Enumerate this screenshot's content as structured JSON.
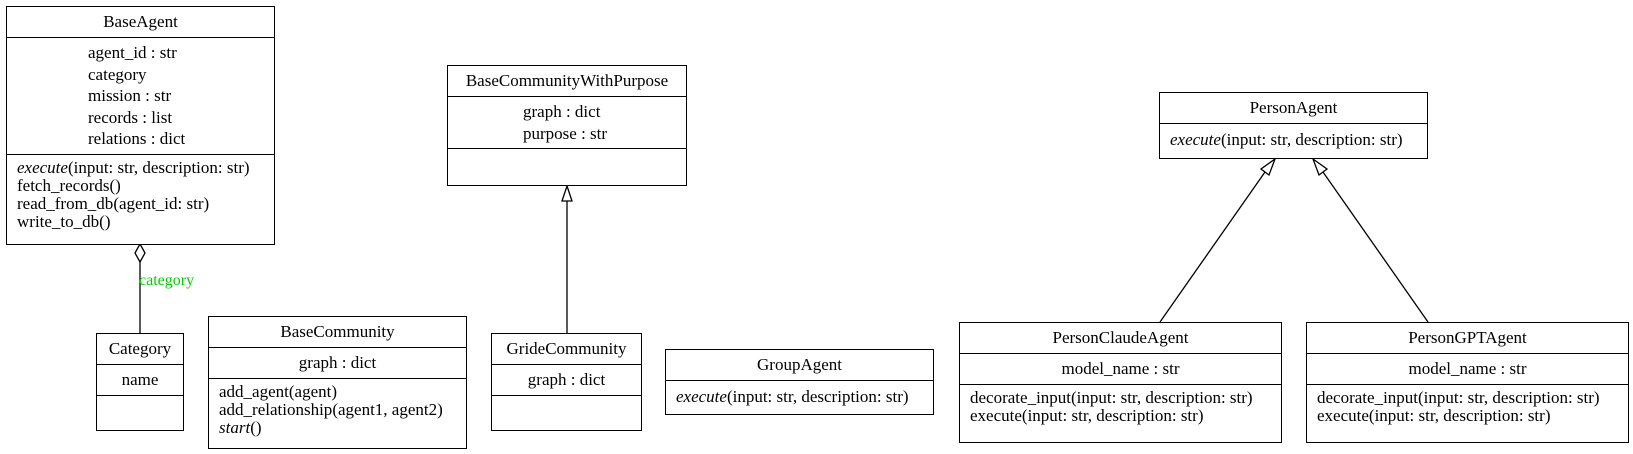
{
  "classes": {
    "base_agent": {
      "name": "BaseAgent",
      "attributes": [
        "agent_id : str",
        "category",
        "mission : str",
        "records : list",
        "relations : dict"
      ],
      "methods": [
        {
          "name": "execute",
          "args": "(input: str, description: str)",
          "italic": true
        },
        {
          "name": "fetch_records",
          "args": "()",
          "italic": false
        },
        {
          "name": "read_from_db",
          "args": "(agent_id: str)",
          "italic": false
        },
        {
          "name": "write_to_db",
          "args": "()",
          "italic": false
        }
      ]
    },
    "category": {
      "name": "Category",
      "attributes": [
        "name"
      ],
      "methods": []
    },
    "base_community": {
      "name": "BaseCommunity",
      "attributes": [
        "graph : dict"
      ],
      "methods": [
        {
          "name": "add_agent",
          "args": "(agent)",
          "italic": false
        },
        {
          "name": "add_relationship",
          "args": "(agent1, agent2)",
          "italic": false
        },
        {
          "name": "start",
          "args": "()",
          "italic": true
        }
      ]
    },
    "base_community_with_purpose": {
      "name": "BaseCommunityWithPurpose",
      "attributes": [
        "graph : dict",
        "purpose : str"
      ],
      "methods": []
    },
    "gride_community": {
      "name": "GrideCommunity",
      "attributes": [
        "graph : dict"
      ],
      "methods": []
    },
    "group_agent": {
      "name": "GroupAgent",
      "attributes": [],
      "methods": [
        {
          "name": "execute",
          "args": "(input: str, description: str)",
          "italic": true
        }
      ]
    },
    "person_agent": {
      "name": "PersonAgent",
      "attributes": [],
      "methods": [
        {
          "name": "execute",
          "args": "(input: str, description: str)",
          "italic": true
        }
      ]
    },
    "person_claude_agent": {
      "name": "PersonClaudeAgent",
      "attributes": [
        "model_name : str"
      ],
      "methods": [
        {
          "name": "decorate_input",
          "args": "(input: str, description: str)",
          "italic": false
        },
        {
          "name": "execute",
          "args": "(input: str, description: str)",
          "italic": false
        }
      ]
    },
    "person_gpt_agent": {
      "name": "PersonGPTAgent",
      "attributes": [
        "model_name : str"
      ],
      "methods": [
        {
          "name": "decorate_input",
          "args": "(input: str, description: str)",
          "italic": false
        },
        {
          "name": "execute",
          "args": "(input: str, description: str)",
          "italic": false
        }
      ]
    }
  },
  "edges": {
    "aggregation_label": "category"
  },
  "colors": {
    "label": "#00d000",
    "stroke": "#000000"
  }
}
